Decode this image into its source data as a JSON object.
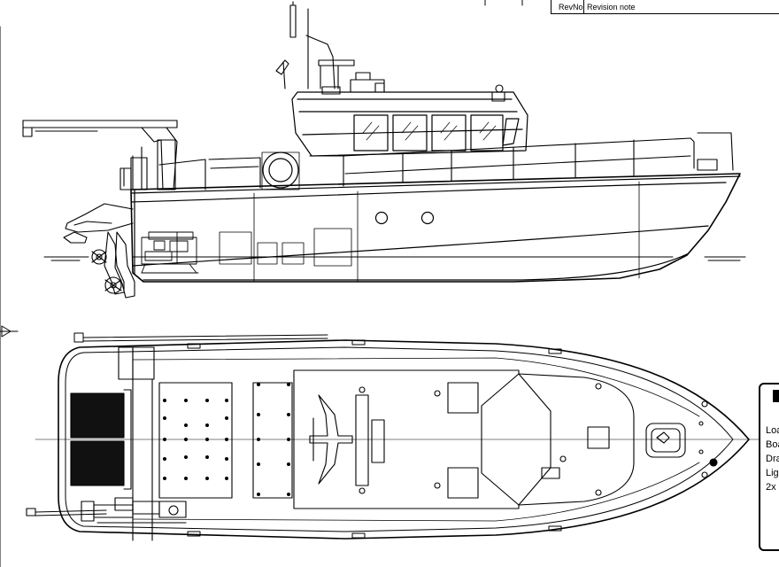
{
  "revision_table": {
    "col_revno": "RevNo",
    "col_note": "Revision note"
  },
  "spec_panel": {
    "lines": [
      "Loa",
      "Boa",
      "Dra",
      "Lig",
      "2x"
    ]
  }
}
